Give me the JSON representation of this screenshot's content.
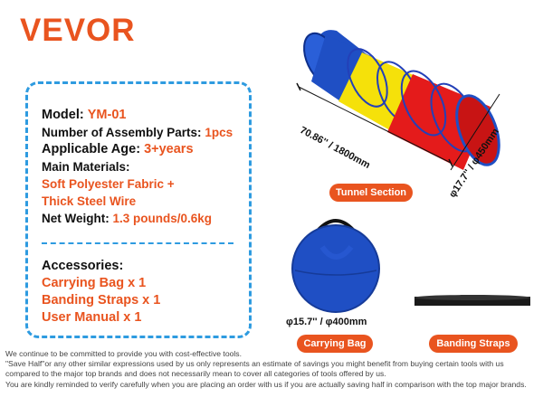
{
  "brand": "VEVOR",
  "specs": {
    "model_label": "Model:",
    "model_value": "YM-01",
    "assembly_label": "Number of Assembly Parts:",
    "assembly_value": "1pcs",
    "age_label": "Applicable Age:",
    "age_value": "3+years",
    "materials_label": "Main Materials:",
    "materials_line1": "Soft Polyester Fabric +",
    "materials_line2": "Thick Steel Wire",
    "weight_label": "Net Weight:",
    "weight_value": "1.3 pounds/0.6kg"
  },
  "accessories": {
    "title": "Accessories:",
    "items": [
      "Carrying Bag x 1",
      "Banding Straps x  1",
      "User Manual x 1"
    ]
  },
  "dimensions": {
    "length": "70.86'' / 1800mm",
    "diameter": "φ17.7'' / φ450mm",
    "bag_diameter": "φ15.7'' / φ400mm"
  },
  "labels": {
    "tunnel": "Tunnel Section",
    "bag": "Carrying Bag",
    "straps": "Banding Straps"
  },
  "footer": [
    "We continue to be committed to provide you with cost-effective tools.",
    "\"Save Half\"or any other similar expressions used by us only represents an estimate of savings you might benefit from buying certain tools with us",
    "compared to the major top brands and does not necessarily mean to cover all categories of tools offered by us.",
    "You are kindly reminded to verify carefully when you are placing an order with us if you are actually saving half in comparison with the top major brands."
  ],
  "colors": {
    "brand": "#e9541f",
    "accent_blue": "#2e9be0",
    "tunnel_blue": "#1f4fc4",
    "tunnel_yellow": "#f5e10a",
    "tunnel_red": "#e41b1b"
  }
}
